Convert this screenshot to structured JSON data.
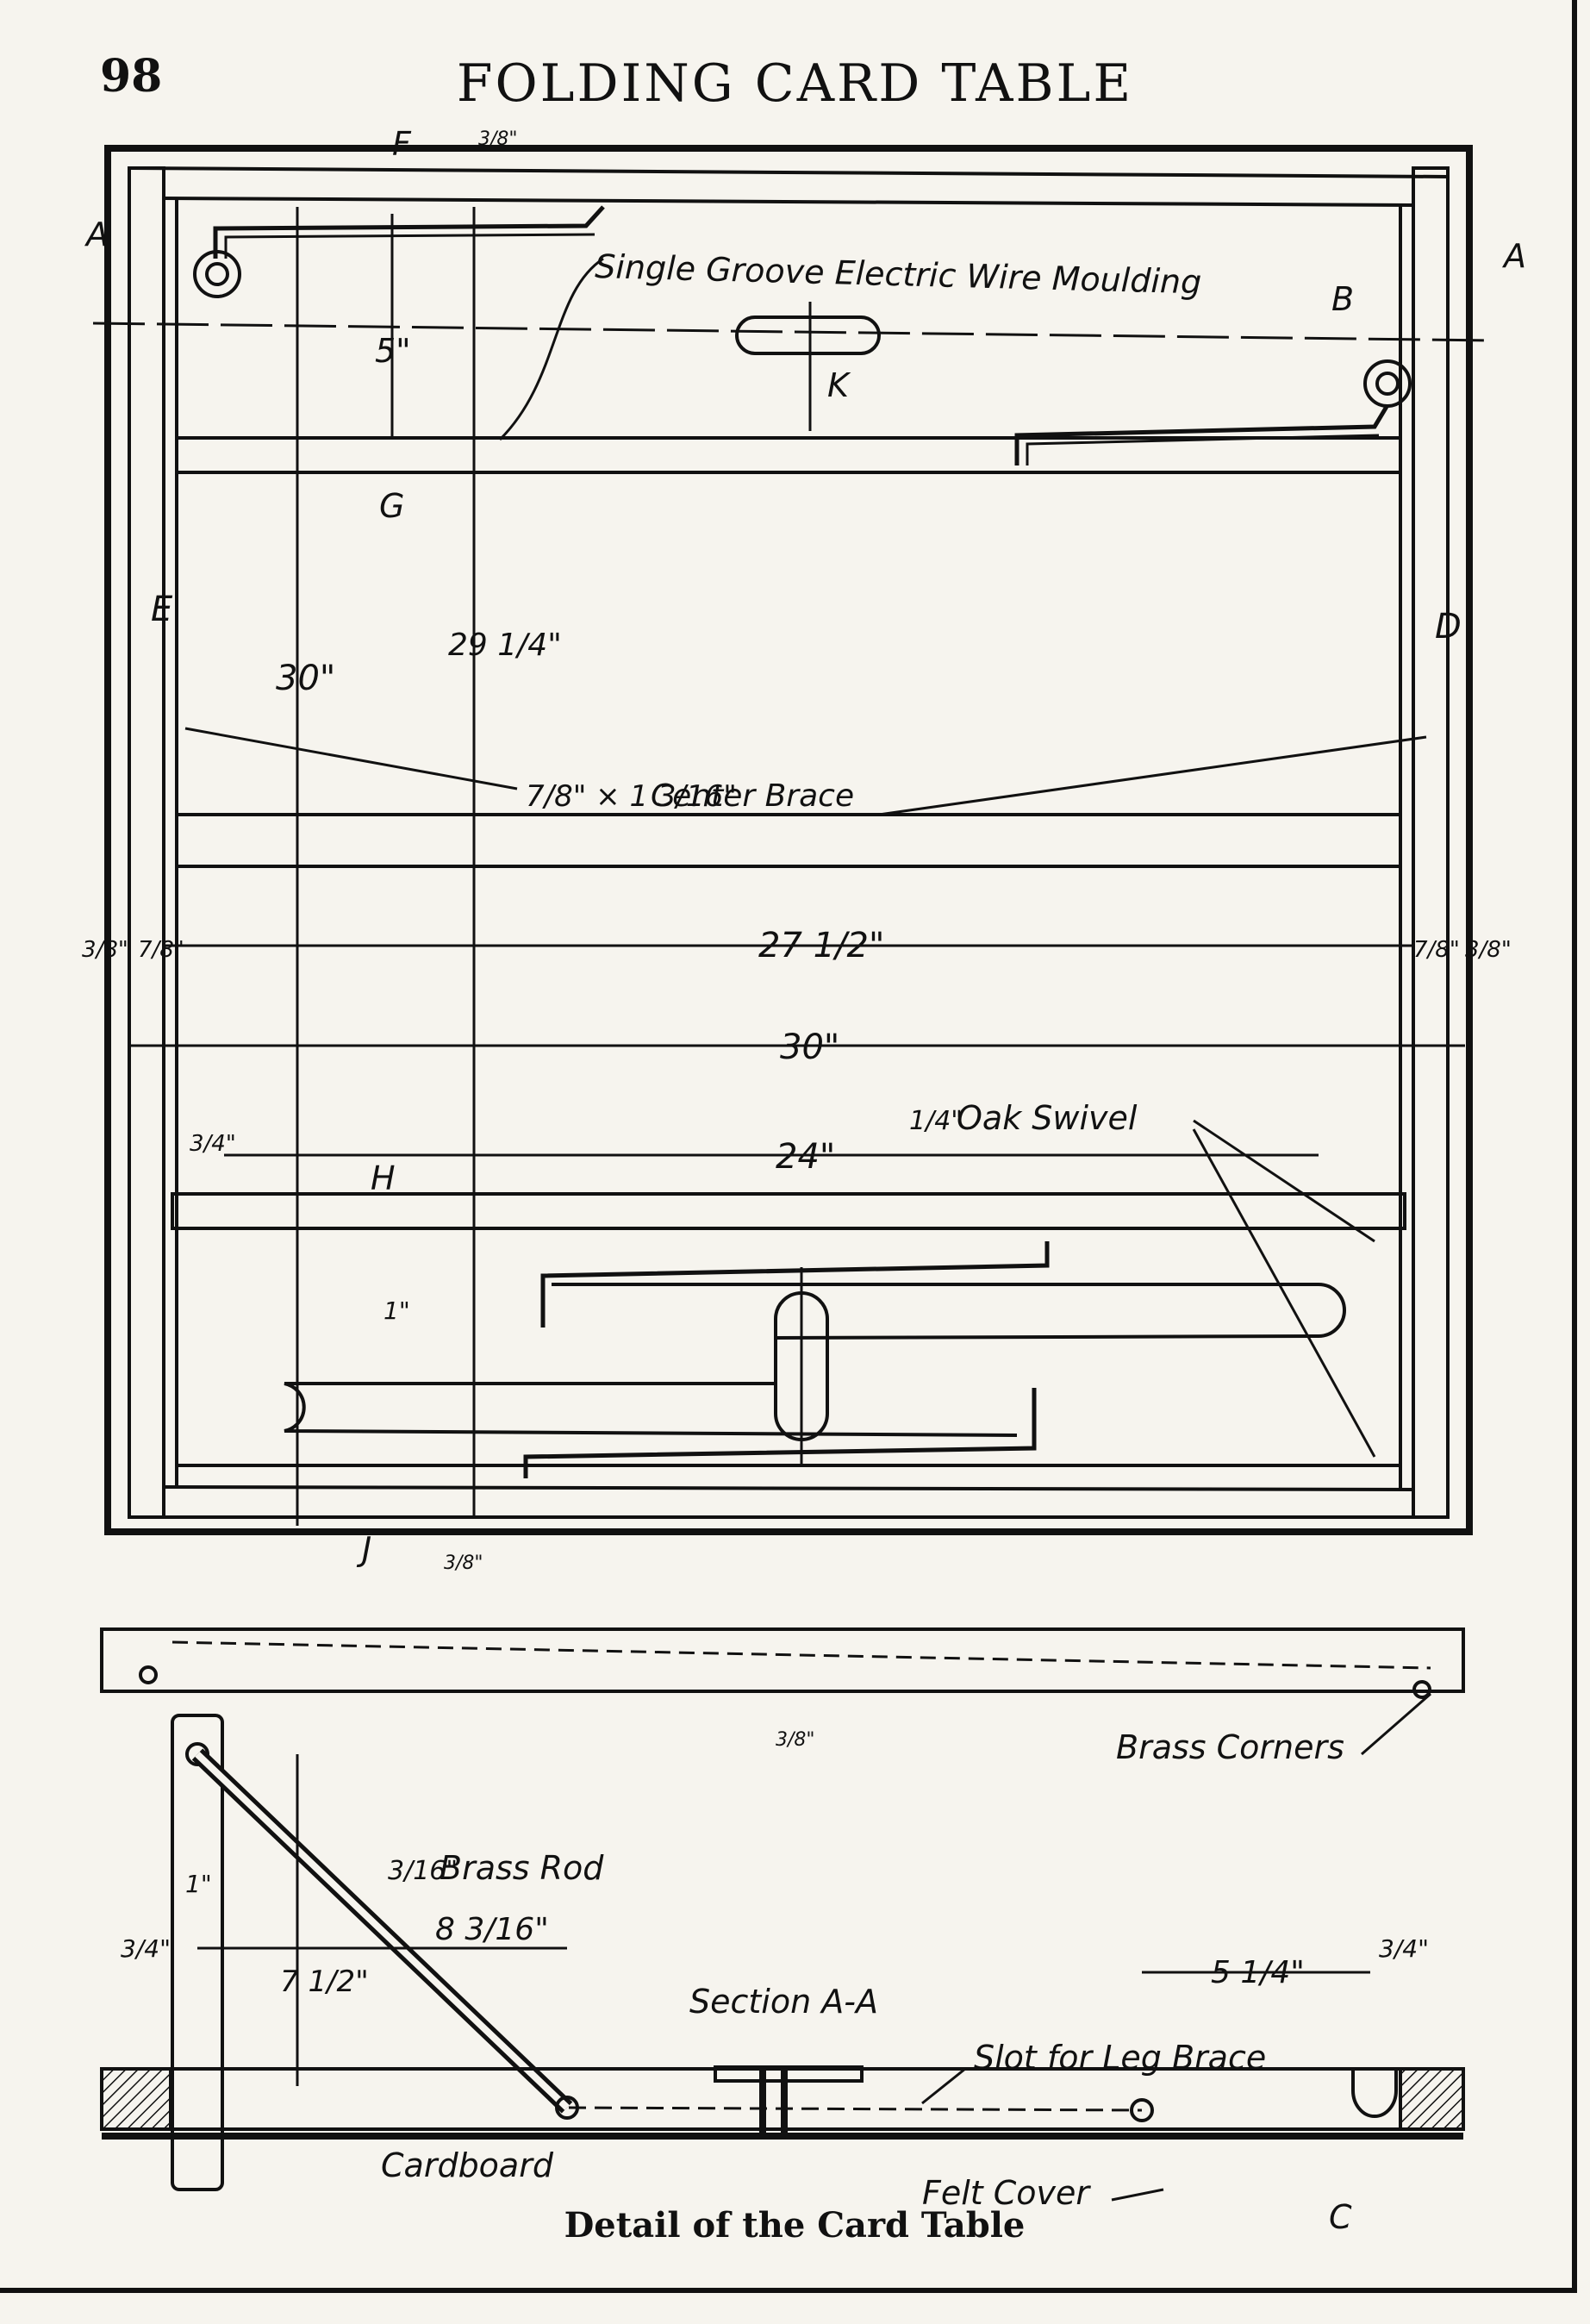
{
  "page": {
    "number": "98",
    "title": "FOLDING CARD TABLE"
  },
  "figure": {
    "caption": "Detail of the Card Table",
    "labels": {
      "wire_moulding": "Single Groove Electric Wire Moulding",
      "center_brace": "Center Brace",
      "center_brace_size": "7/8\" × 1 3/16\"",
      "oak_swivel": "Oak Swivel",
      "oak_swivel_size": "1/4\"",
      "brass_corners": "Brass Corners",
      "brass_rod": "Brass Rod",
      "brass_rod_size": "3/16\"",
      "section": "Section A-A",
      "slot": "Slot for Leg Brace",
      "cardboard": "Cardboard",
      "felt_cover": "Felt Cover"
    },
    "letters": [
      "A",
      "A",
      "B",
      "C",
      "D",
      "E",
      "F",
      "G",
      "H",
      "J",
      "K"
    ],
    "dimensions": {
      "d_5": "5\"",
      "d_30_vertical": "30\"",
      "d_29_1_4": "29 1/4\"",
      "d_27_1_2": "27 1/2\"",
      "d_30_horizontal": "30\"",
      "d_24": "24\"",
      "d_7_8_left": "7/8\"",
      "d_3_8_left": "3/8\"",
      "d_7_8_right": "7/8\"",
      "d_3_8_right": "3/8\"",
      "d_3_4_top": "3/4\"",
      "d_1_inner": "1\"",
      "d_3_8_top": "3/8\"",
      "d_3_8_bottom": "3/8\"",
      "d_3_8_rail": "3/8\"",
      "d_8_3_16": "8 3/16\"",
      "d_7_1_2": "7 1/2\"",
      "d_3_4_left": "3/4\"",
      "d_1_leg": "1\"",
      "d_5_1_4": "5 1/4\"",
      "d_3_4_right": "3/4\""
    }
  }
}
